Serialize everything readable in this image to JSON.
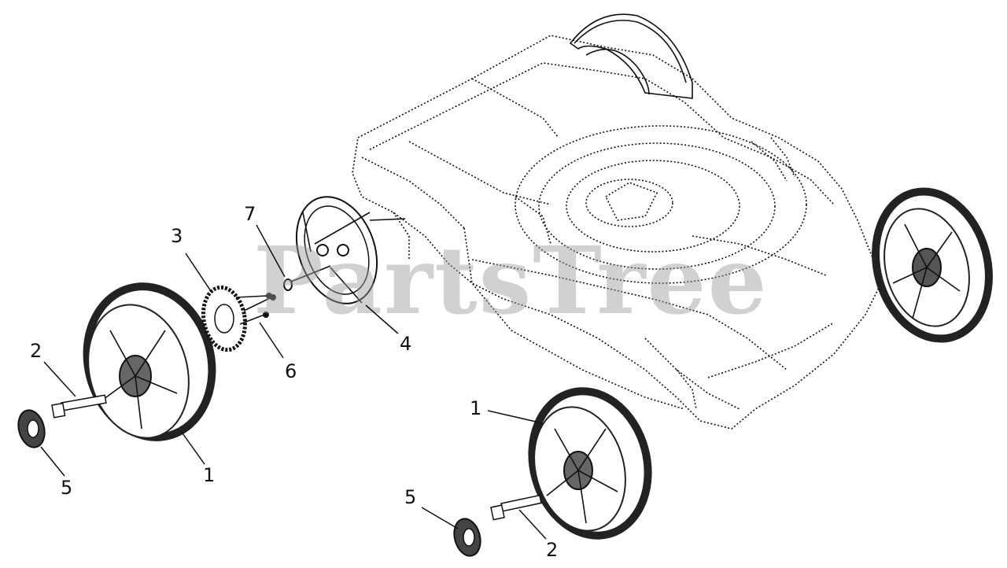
{
  "watermark": "PartsTree",
  "callouts": [
    {
      "id": "c-2a",
      "text": "2"
    },
    {
      "id": "c-3",
      "text": "3"
    },
    {
      "id": "c-7",
      "text": "7"
    },
    {
      "id": "c-4",
      "text": "4"
    },
    {
      "id": "c-6",
      "text": "6"
    },
    {
      "id": "c-1a",
      "text": "1"
    },
    {
      "id": "c-5a",
      "text": "5"
    },
    {
      "id": "c-1b",
      "text": "1"
    },
    {
      "id": "c-5b",
      "text": "5"
    },
    {
      "id": "c-2b",
      "text": "2"
    }
  ]
}
